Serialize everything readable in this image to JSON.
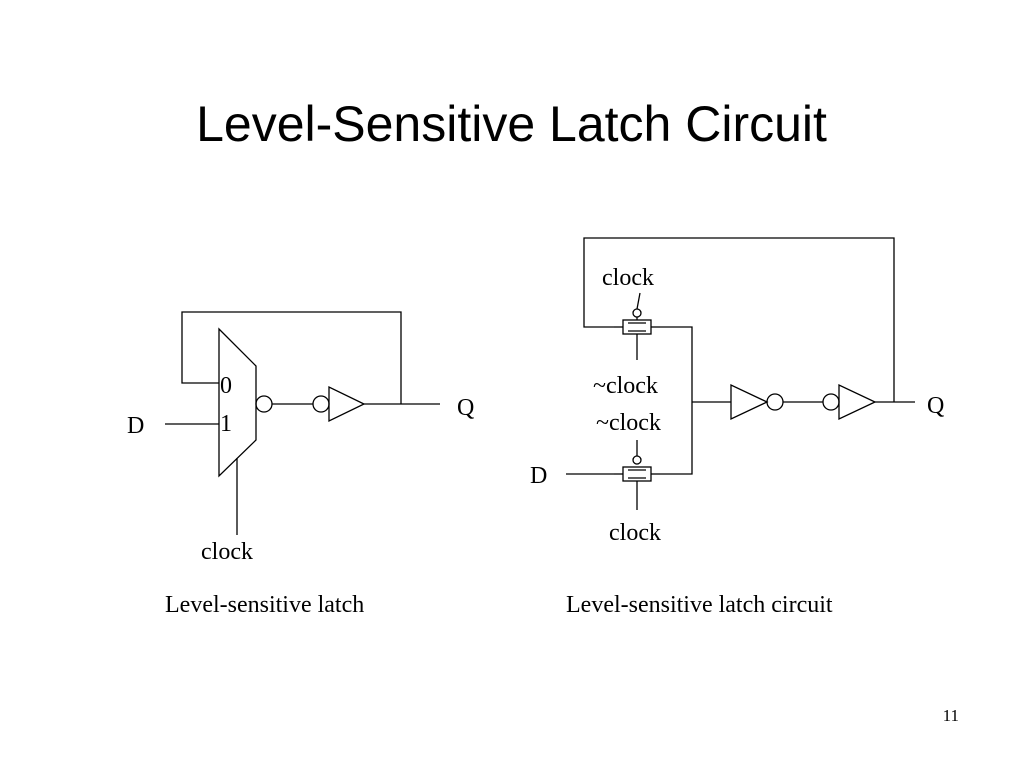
{
  "slide": {
    "title": "Level-Sensitive Latch Circuit",
    "page_number": "11"
  },
  "left_diagram": {
    "mux_input_0": "0",
    "mux_input_1": "1",
    "input_label": "D",
    "output_label": "Q",
    "select_label": "clock",
    "caption": "Level-sensitive latch"
  },
  "right_diagram": {
    "upper_gate_top_label": "clock",
    "upper_gate_bottom_label": "~clock",
    "lower_gate_top_label": "~clock",
    "lower_gate_bottom_label": "clock",
    "input_label": "D",
    "output_label": "Q",
    "caption": "Level-sensitive latch circuit"
  }
}
